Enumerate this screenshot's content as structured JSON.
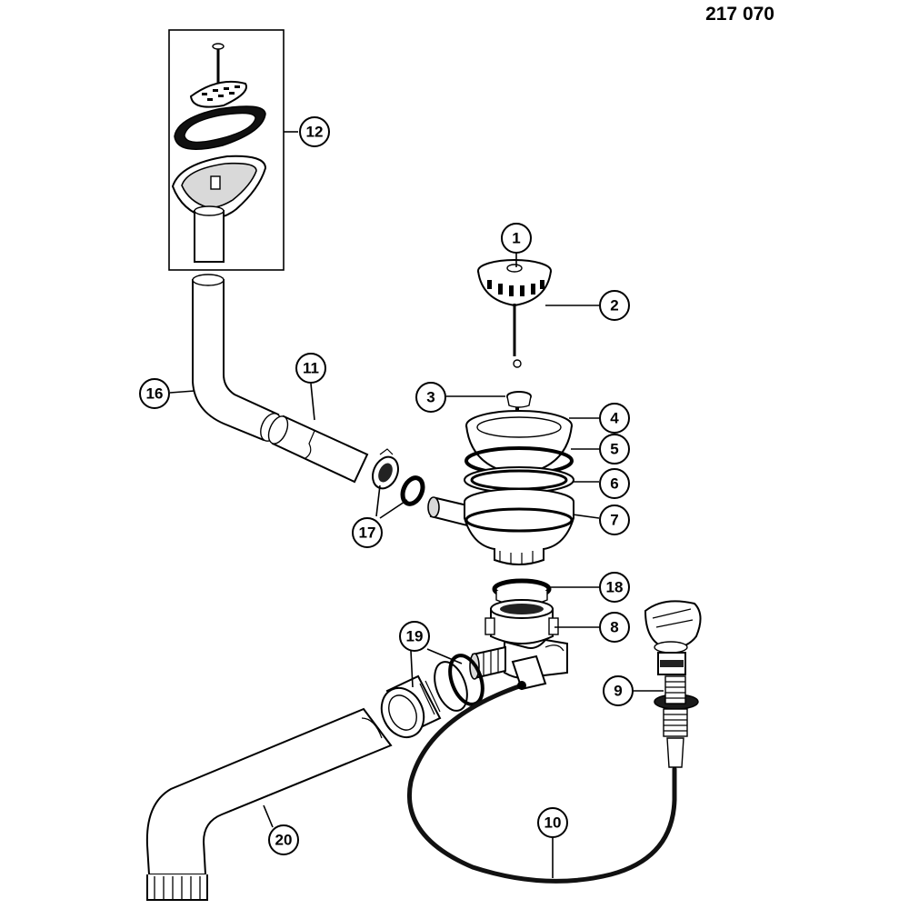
{
  "diagram_code": "217 070",
  "callouts": [
    {
      "id": "c1",
      "label": "1"
    },
    {
      "id": "c2",
      "label": "2"
    },
    {
      "id": "c3",
      "label": "3"
    },
    {
      "id": "c4",
      "label": "4"
    },
    {
      "id": "c5",
      "label": "5"
    },
    {
      "id": "c6",
      "label": "6"
    },
    {
      "id": "c7",
      "label": "7"
    },
    {
      "id": "c8",
      "label": "8"
    },
    {
      "id": "c9",
      "label": "9"
    },
    {
      "id": "c10",
      "label": "10"
    },
    {
      "id": "c11",
      "label": "11"
    },
    {
      "id": "c12",
      "label": "12"
    },
    {
      "id": "c16",
      "label": "16"
    },
    {
      "id": "c17",
      "label": "17"
    },
    {
      "id": "c18",
      "label": "18"
    },
    {
      "id": "c19",
      "label": "19"
    },
    {
      "id": "c20",
      "label": "20"
    }
  ]
}
